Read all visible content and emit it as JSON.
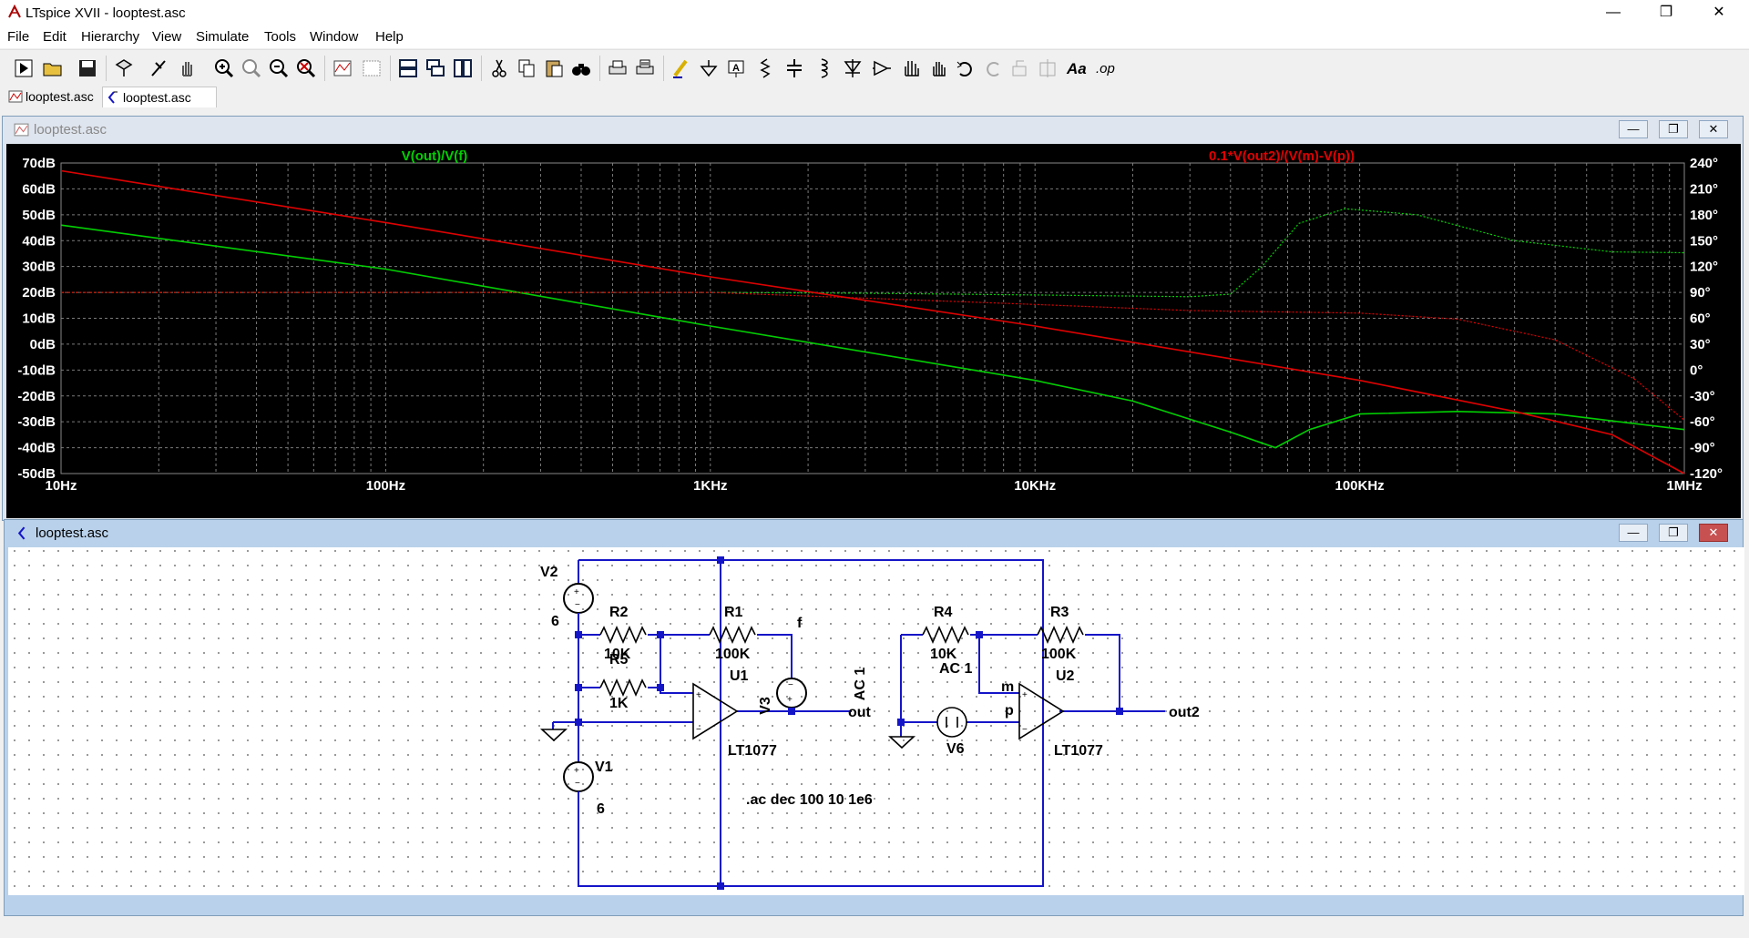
{
  "window": {
    "title": "LTspice XVII - looptest.asc"
  },
  "menu": [
    "File",
    "Edit",
    "Hierarchy",
    "View",
    "Simulate",
    "Tools",
    "Window",
    "Help"
  ],
  "toolbar_icons": [
    "run-icon",
    "open-icon",
    "save-icon",
    "control-panel-icon",
    "halt-icon",
    "pan-icon",
    "zoom-in-icon",
    "zoom-area-icon",
    "zoom-out-icon",
    "zoom-fit-icon",
    "autorange-icon",
    "grid-icon",
    "tile-horizontal-icon",
    "cascade-icon",
    "tile-vertical-icon",
    "cut-icon",
    "copy-icon",
    "paste-icon",
    "find-icon",
    "print-icon",
    "print-preview-icon",
    "draw-wire-icon",
    "ground-icon",
    "label-net-icon",
    "resistor-icon",
    "capacitor-icon",
    "inductor-icon",
    "diode-icon",
    "component-icon",
    "move-icon",
    "drag-icon",
    "undo-icon",
    "redo-icon",
    "rotate-icon",
    "mirror-icon",
    "text-icon",
    "spice-directive-icon"
  ],
  "tabs": [
    {
      "label": "looptest.asc",
      "icon": "waveform-icon"
    },
    {
      "label": "looptest.asc",
      "icon": "schematic-icon"
    }
  ],
  "plot_window": {
    "title": "looptest.asc"
  },
  "schematic_window": {
    "title": "looptest.asc"
  },
  "colors": {
    "trace1": "#00d000",
    "trace2": "#e00000",
    "wire": "#1515c8",
    "plot_bg": "#000000"
  },
  "chart_data": {
    "type": "line",
    "x_scale": "log",
    "xlim": [
      10,
      1000000
    ],
    "x_ticks": [
      "10Hz",
      "100Hz",
      "1KHz",
      "10KHz",
      "100KHz",
      "1MHz"
    ],
    "y_left_ticks": [
      "70dB",
      "60dB",
      "50dB",
      "40dB",
      "30dB",
      "20dB",
      "10dB",
      "0dB",
      "-10dB",
      "-20dB",
      "-30dB",
      "-40dB",
      "-50dB"
    ],
    "ylim_left": [
      -50,
      70
    ],
    "y_right_ticks": [
      "240°",
      "210°",
      "180°",
      "150°",
      "120°",
      "90°",
      "60°",
      "30°",
      "0°",
      "-30°",
      "-60°",
      "-90°",
      "-120°"
    ],
    "ylim_right": [
      -120,
      240
    ],
    "series": [
      {
        "name": "V(out)/V(f)",
        "color": "#00d000",
        "magnitude": [
          [
            10,
            46
          ],
          [
            100,
            29
          ],
          [
            1000,
            7
          ],
          [
            10000,
            -14
          ],
          [
            20000,
            -22
          ],
          [
            40000,
            -34
          ],
          [
            55000,
            -40
          ],
          [
            70000,
            -33
          ],
          [
            100000,
            -27
          ],
          [
            200000,
            -26
          ],
          [
            400000,
            -27
          ],
          [
            1000000,
            -33
          ]
        ],
        "phase": [
          [
            10,
            90
          ],
          [
            1000,
            90
          ],
          [
            3000,
            89
          ],
          [
            10000,
            87
          ],
          [
            30000,
            85
          ],
          [
            40000,
            88
          ],
          [
            50000,
            120
          ],
          [
            65000,
            170
          ],
          [
            90000,
            187
          ],
          [
            150000,
            180
          ],
          [
            300000,
            150
          ],
          [
            600000,
            137
          ],
          [
            1000000,
            136
          ]
        ]
      },
      {
        "name": "0.1*V(out2)/(V(m)-V(p))",
        "color": "#e00000",
        "magnitude": [
          [
            10,
            67
          ],
          [
            100,
            47
          ],
          [
            1000,
            26
          ],
          [
            10000,
            7
          ],
          [
            100000,
            -14
          ],
          [
            300000,
            -26
          ],
          [
            600000,
            -35
          ],
          [
            1000000,
            -50
          ]
        ],
        "phase": [
          [
            10,
            90
          ],
          [
            1000,
            90
          ],
          [
            10000,
            76
          ],
          [
            30000,
            69
          ],
          [
            100000,
            66
          ],
          [
            200000,
            59
          ],
          [
            400000,
            35
          ],
          [
            700000,
            -10
          ],
          [
            1000000,
            -58
          ]
        ]
      }
    ]
  },
  "schematic": {
    "labels": [
      "V2",
      "6",
      "R2",
      "10K",
      "R5",
      "1K",
      "R1",
      "100K",
      "f",
      "V3",
      "AC 1",
      "U1",
      "out",
      "LT1077",
      "V1",
      "6",
      "R4",
      "10K",
      "AC 1",
      "m",
      "p",
      "V6",
      "R3",
      "100K",
      "U2",
      "out2",
      "LT1077"
    ],
    "directive": ".ac dec 100 10 1e6"
  }
}
